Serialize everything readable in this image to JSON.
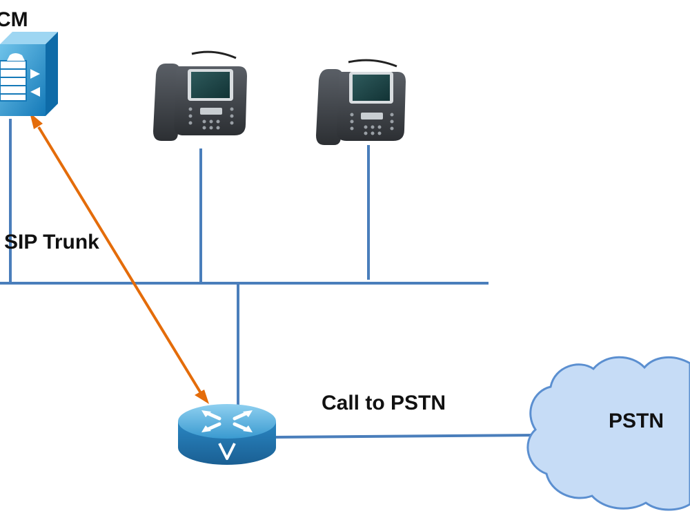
{
  "labels": {
    "cucm": "CM",
    "sip_trunk": "SIP Trunk",
    "call_to_pstn": "Call to PSTN",
    "pstn": "PSTN"
  },
  "colors": {
    "line": "#4A7EBB",
    "arrow": "#E46C0A",
    "server": "#1E8FC8",
    "router": "#2F8FC6",
    "cloud_fill": "#C6DCF6",
    "cloud_stroke": "#5B8FD0",
    "phone_body": "#3B3F44"
  },
  "icons": {
    "call_manager": "call-manager-server-icon",
    "phone": "ip-phone-icon",
    "router": "voice-router-icon",
    "cloud": "pstn-cloud-icon"
  }
}
